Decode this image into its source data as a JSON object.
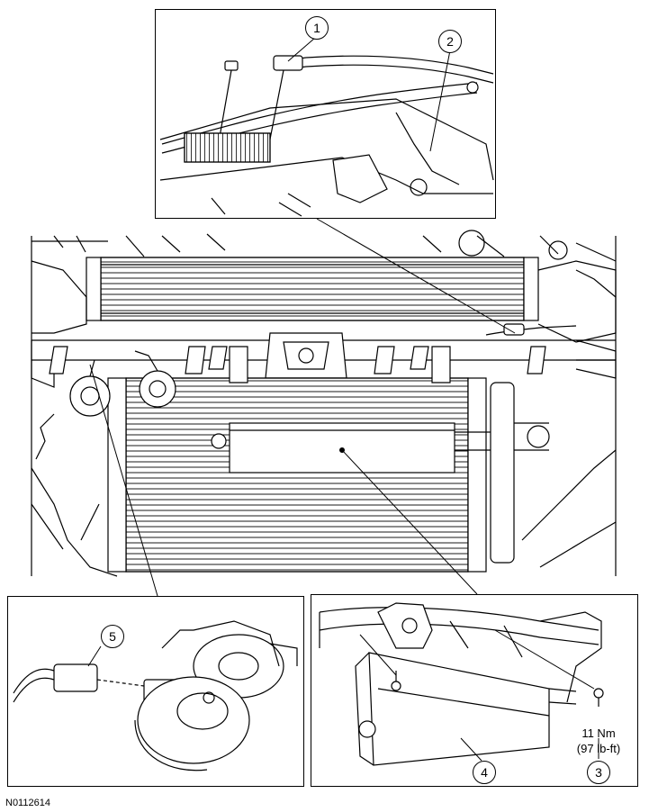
{
  "callouts": [
    {
      "id": "callout-1",
      "label": "1"
    },
    {
      "id": "callout-2",
      "label": "2"
    },
    {
      "id": "callout-3",
      "label": "3"
    },
    {
      "id": "callout-4",
      "label": "4"
    },
    {
      "id": "callout-5",
      "label": "5"
    }
  ],
  "torque": {
    "line1": "11 Nm",
    "line2": "(97 lb-ft)"
  },
  "figure_id": "N0112614"
}
